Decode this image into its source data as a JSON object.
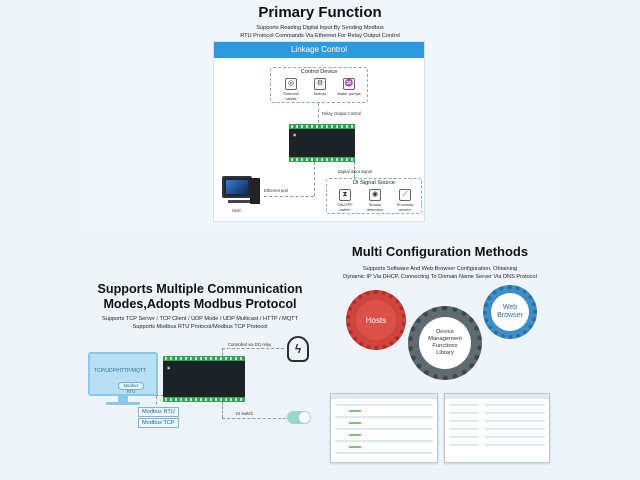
{
  "top": {
    "title": "Primary Function",
    "subtitle_line1": "Supports Reading Digital Input By Sending Modbus",
    "subtitle_line2": "RTU Protocol Commands Via Ethernet For Relay Output Control",
    "panel_header": "Linkage Control",
    "control_device": {
      "title": "Control Device",
      "items": [
        "Solenoid valves",
        "Motors",
        "Water pumps"
      ]
    },
    "relay_output_label": "Relay Output Control",
    "digital_input_label": "Digital input signal",
    "ethernet_label": "Ethernet port",
    "host_label": "Host",
    "di_source": {
      "title": "DI Signal Source",
      "items": [
        "ON/OFF switch",
        "Smoke detection",
        "Proximity sensor"
      ]
    }
  },
  "bottom_left": {
    "title_line1": "Supports Multiple Communication",
    "title_line2": "Modes,Adopts Modbus Protocol",
    "subtitle_line1": "Supports TCP Server / TCP Client / UDP Mode / UDP Multicast / HTTP / MQTT",
    "subtitle_line2": "Supports Modbus RTU Protocol/Modbus TCP Protocol",
    "monitor_text": "TCP/UDP/HTTP/MQTT",
    "monitor_pill": "Modbus RTU",
    "tag_rtu": "Modbus RTU",
    "tag_tcp": "Modbus TCP",
    "controlled_label": "Controlled via DO relay",
    "di_switch_label": "DI switch"
  },
  "bottom_right": {
    "title": "Multi Configuration Methods",
    "subtitle_line1": "Supports Software And Web Browser Configuration, Obtaining",
    "subtitle_line2": "Dynamic IP Via DHCP, Connecting To Domain Name Server Via DNS Protocol",
    "gear_hosts": "Hosts",
    "gear_device_line1": "Device",
    "gear_device_line2": "Management",
    "gear_device_line3": "Functions",
    "gear_device_line4": "Library",
    "gear_web_line1": "Web",
    "gear_web_line2": "Browser"
  },
  "colors": {
    "header_blue": "#2d9ae0",
    "gear_red": "#d0453b",
    "gear_gray": "#5e6b70",
    "gear_blue": "#3b8fc9",
    "relay_green": "#2fa84f"
  },
  "icons": {
    "solenoid": "solenoid-valve-icon",
    "motor": "motor-icon",
    "pump": "water-pump-icon",
    "switch": "switch-icon",
    "smoke": "smoke-detector-icon",
    "proximity": "proximity-sensor-icon",
    "bulb": "lightning-bulb-icon",
    "toggle": "toggle-switch-icon"
  }
}
